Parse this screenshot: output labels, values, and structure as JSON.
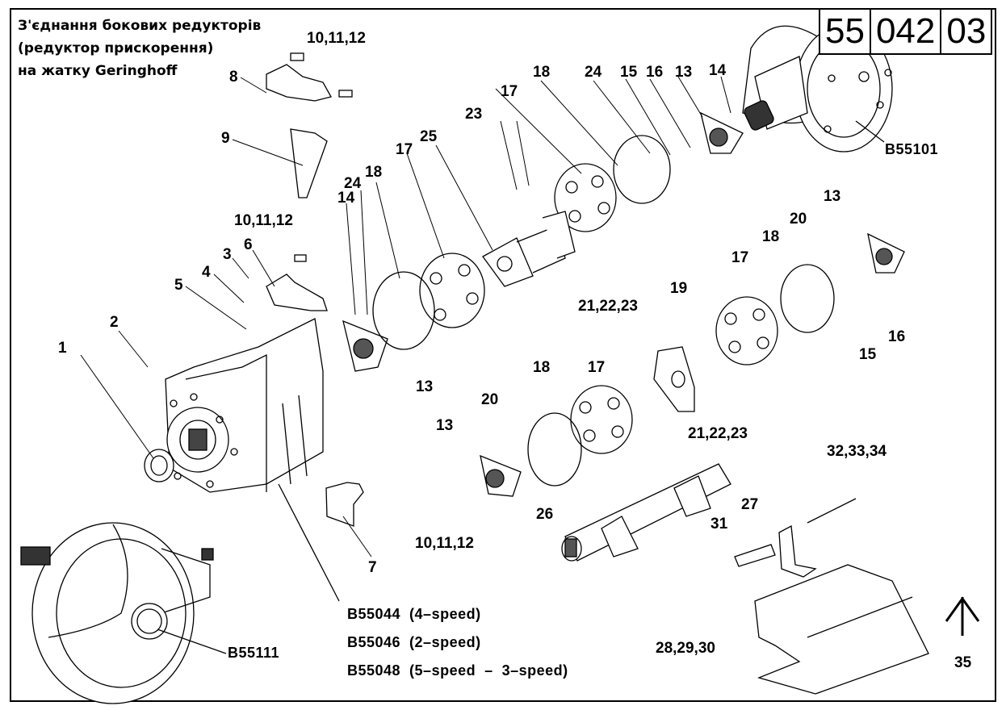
{
  "document": {
    "title_lines": [
      "З'єднання бокових редукторів",
      "(редуктор прискорення)",
      "на жатку Geringhoff"
    ],
    "sheet_number": [
      "55",
      "042",
      "03"
    ]
  },
  "callouts": {
    "c1": "1",
    "c2": "2",
    "c3": "3",
    "c4": "4",
    "c5": "5",
    "c6": "6",
    "c7": "7",
    "c8": "8",
    "c9": "9",
    "c10a": "10,11,12",
    "c10b": "10,11,12",
    "c10c": "10,11,12",
    "c13a": "13",
    "c13b": "13",
    "c13c": "13",
    "c13d": "13",
    "c14a": "14",
    "c14b": "14",
    "c15a": "15",
    "c15b": "15",
    "c16a": "16",
    "c16b": "16",
    "c17a": "17",
    "c17b": "17",
    "c17c": "17",
    "c17d": "17",
    "c18a": "18",
    "c18b": "18",
    "c18c": "18",
    "c18d": "18",
    "c19": "19",
    "c20a": "20",
    "c20b": "20",
    "c21a": "21,22,23",
    "c21b": "21,22,23",
    "c23": "23",
    "c24a": "24",
    "c24b": "24",
    "c25": "25",
    "c26": "26",
    "c27": "27",
    "c28": "28,29,30",
    "c31": "31",
    "c32": "32,33,34",
    "c35": "35"
  },
  "references": {
    "gearbox_right": "B55101",
    "gearbox_left": "B55111",
    "variants": [
      "B55044  (4–speed)",
      "B55046  (2–speed)",
      "B55048  (5–speed  –  3–speed)"
    ]
  },
  "indicators": {
    "direction_arrow": "up-arrow"
  }
}
